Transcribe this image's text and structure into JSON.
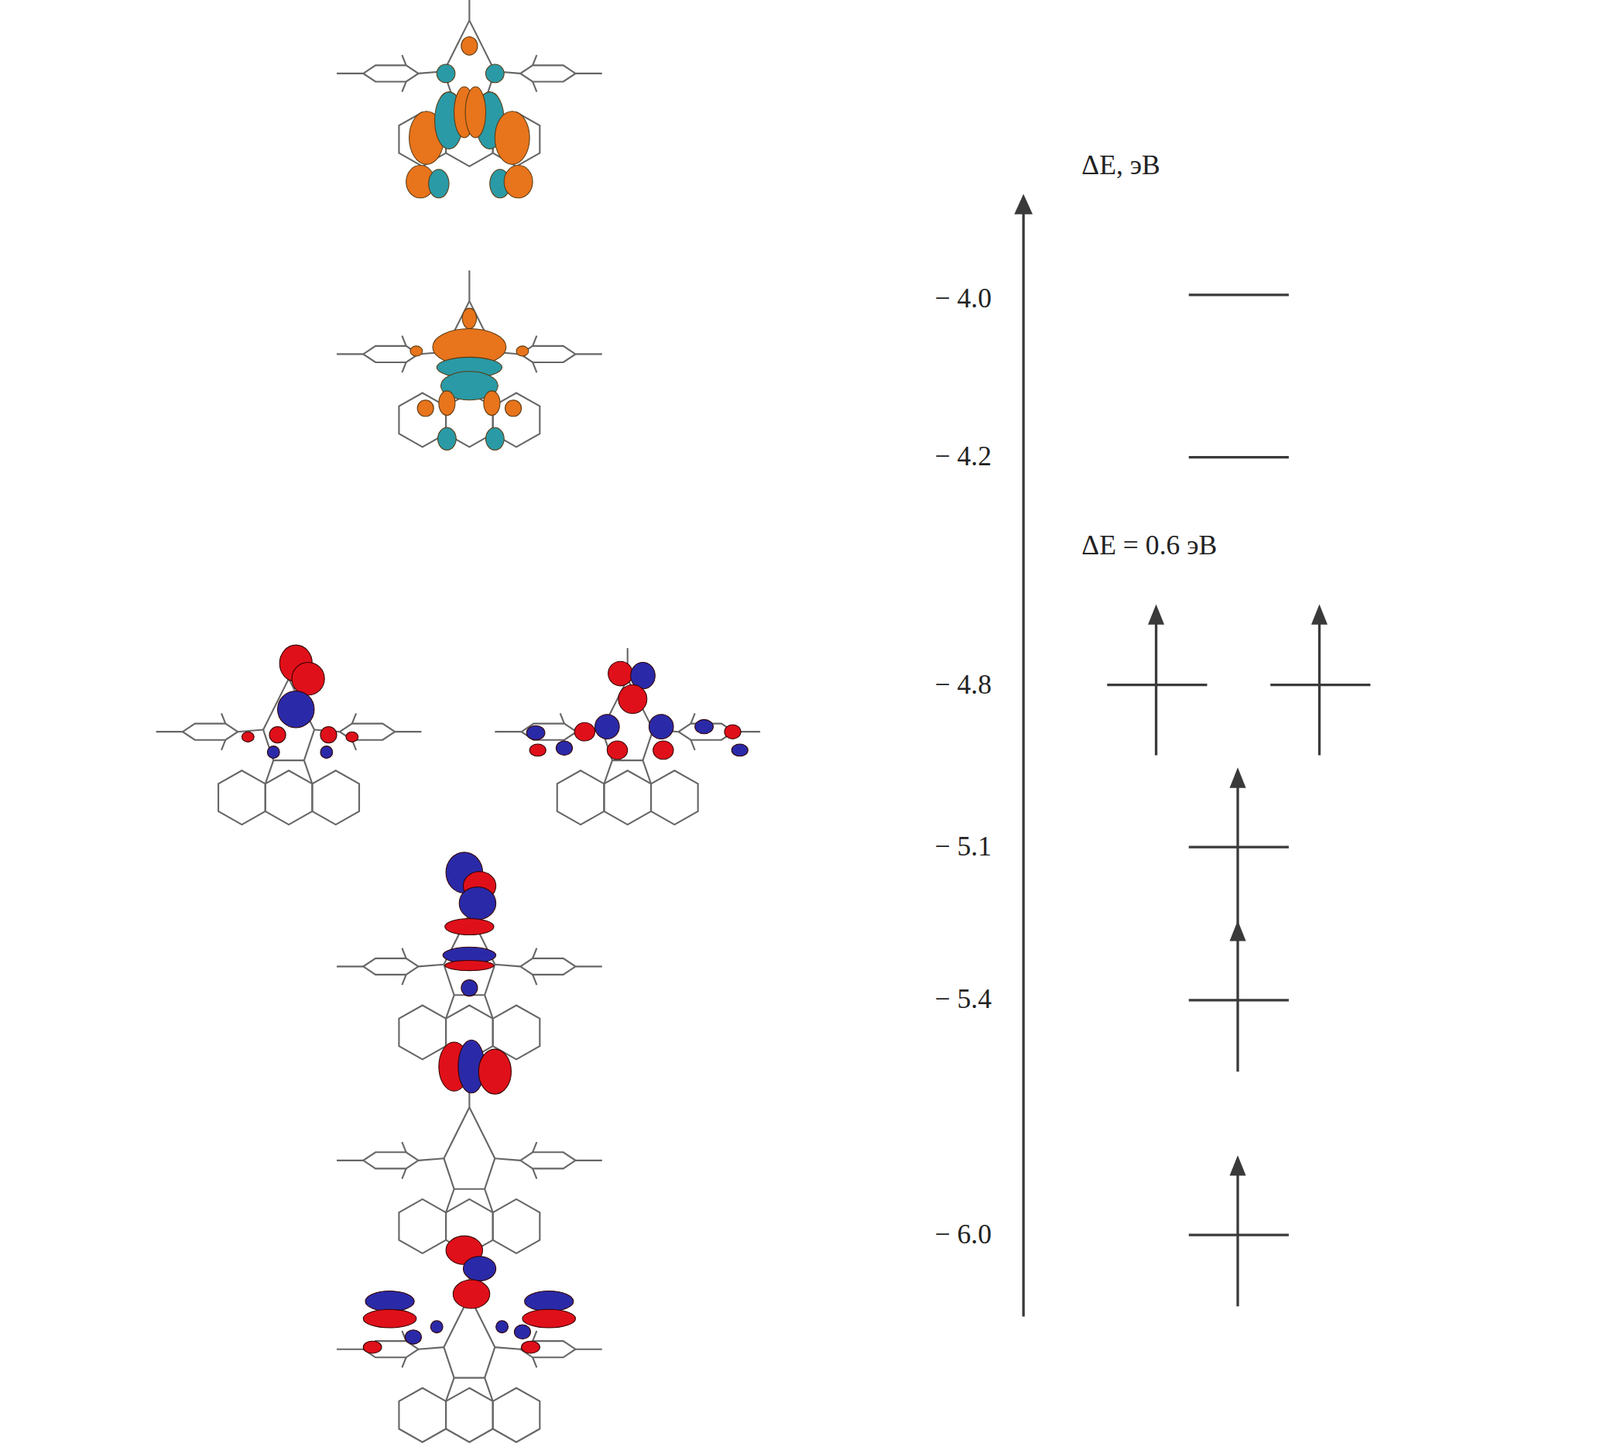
{
  "diagram": {
    "labels": [
      "ΔE, эВ",
      "ΔE = 0.6 эВ",
      "− 4.0",
      "− 4.2",
      "− 4.8",
      "− 5.1",
      "− 5.4",
      "− 6.0"
    ]
  }
}
